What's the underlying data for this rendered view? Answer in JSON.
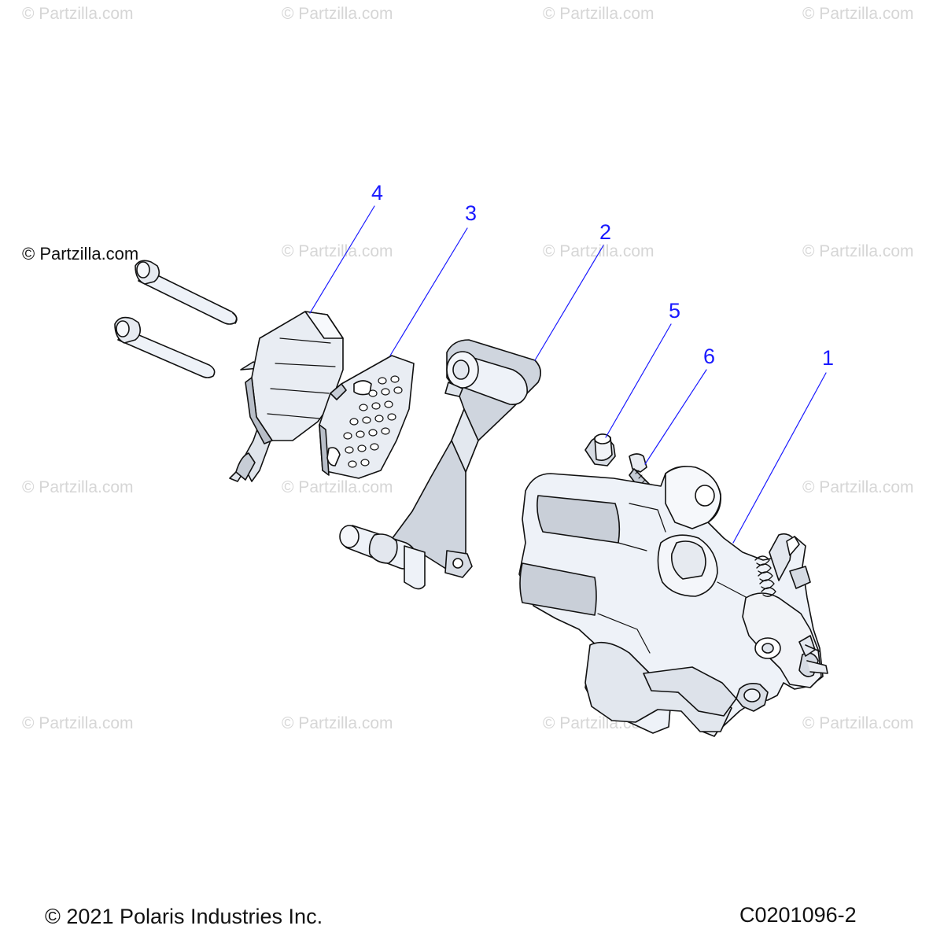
{
  "watermarks": {
    "text": "© Partzilla.com",
    "prominent": "© Partzilla.com"
  },
  "callouts": [
    {
      "id": "1",
      "label": "1"
    },
    {
      "id": "2",
      "label": "2"
    },
    {
      "id": "3",
      "label": "3"
    },
    {
      "id": "4",
      "label": "4"
    },
    {
      "id": "5",
      "label": "5"
    },
    {
      "id": "6",
      "label": "6"
    }
  ],
  "footer": {
    "copyright": "© 2021 Polaris Industries Inc.",
    "diagram_code": "C0201096-2"
  },
  "colors": {
    "callout": "#1a1aff",
    "part_fill": "#eef2f8",
    "part_shadow": "#b6bcc6",
    "outline": "#111111",
    "watermark": "#d6d6d6"
  }
}
